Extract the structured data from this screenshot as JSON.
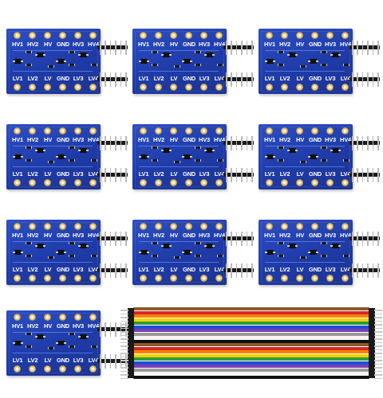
{
  "boards": [
    {
      "top_labels": [
        "HV1",
        "HV2",
        "HV",
        "GND",
        "HV3",
        "HV4"
      ],
      "bottom_labels": [
        "LV1",
        "LV2",
        "LV",
        "GND",
        "LV3",
        "LV4"
      ]
    },
    {
      "top_labels": [
        "HV1",
        "HV2",
        "HV",
        "GND",
        "HV3",
        "HV4"
      ],
      "bottom_labels": [
        "LV1",
        "LV2",
        "LV",
        "GND",
        "LV3",
        "LV4"
      ]
    },
    {
      "top_labels": [
        "HV1",
        "HV2",
        "HV",
        "GND",
        "HV3",
        "HV4"
      ],
      "bottom_labels": [
        "LV1",
        "LV2",
        "LV",
        "GND",
        "LV3",
        "LV4"
      ]
    },
    {
      "top_labels": [
        "HV1",
        "HV2",
        "HV",
        "GND",
        "HV3",
        "HV4"
      ],
      "bottom_labels": [
        "LV1",
        "LV2",
        "LV",
        "GND",
        "LV3",
        "LV4"
      ]
    },
    {
      "top_labels": [
        "HV1",
        "HV2",
        "HV",
        "GND",
        "HV3",
        "HV4"
      ],
      "bottom_labels": [
        "LV1",
        "LV2",
        "LV",
        "GND",
        "LV3",
        "LV4"
      ]
    },
    {
      "top_labels": [
        "HV1",
        "HV2",
        "HV",
        "GND",
        "HV3",
        "HV4"
      ],
      "bottom_labels": [
        "LV1",
        "LV2",
        "LV",
        "GND",
        "LV3",
        "LV4"
      ]
    },
    {
      "top_labels": [
        "HV1",
        "HV2",
        "HV",
        "GND",
        "HV3",
        "HV4"
      ],
      "bottom_labels": [
        "LV1",
        "LV2",
        "LV",
        "GND",
        "LV3",
        "LV4"
      ]
    },
    {
      "top_labels": [
        "HV1",
        "HV2",
        "HV",
        "GND",
        "HV3",
        "HV4"
      ],
      "bottom_labels": [
        "LV1",
        "LV2",
        "LV",
        "GND",
        "LV3",
        "LV4"
      ]
    },
    {
      "top_labels": [
        "HV1",
        "HV2",
        "HV",
        "GND",
        "HV3",
        "HV4"
      ],
      "bottom_labels": [
        "LV1",
        "LV2",
        "LV",
        "GND",
        "LV3",
        "LV4"
      ]
    },
    {
      "top_labels": [
        "HV1",
        "HV2",
        "HV",
        "GND",
        "HV3",
        "HV4"
      ],
      "bottom_labels": [
        "LV1",
        "LV2",
        "LV",
        "GND",
        "LV3",
        "LV4"
      ]
    }
  ],
  "colors": {
    "board": "#1f3ba8",
    "ribbon": [
      "#8b5a2b",
      "#d62828",
      "#f77f00",
      "#f5d000",
      "#2a9d3a",
      "#1d4ed8",
      "#7b3fb3",
      "#9a9a9a",
      "#f5f5f5",
      "#111111"
    ]
  }
}
